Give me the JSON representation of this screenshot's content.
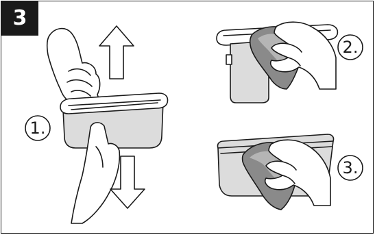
{
  "step": "3",
  "labels": {
    "one": "1.",
    "two": "2.",
    "three": "3."
  },
  "colors": {
    "ink": "#1a1a1a",
    "container": "#dcdcdc",
    "cloth": "#8a8a8a",
    "cloth_light": "#b5b5b5",
    "arrow": "#ffffff"
  }
}
